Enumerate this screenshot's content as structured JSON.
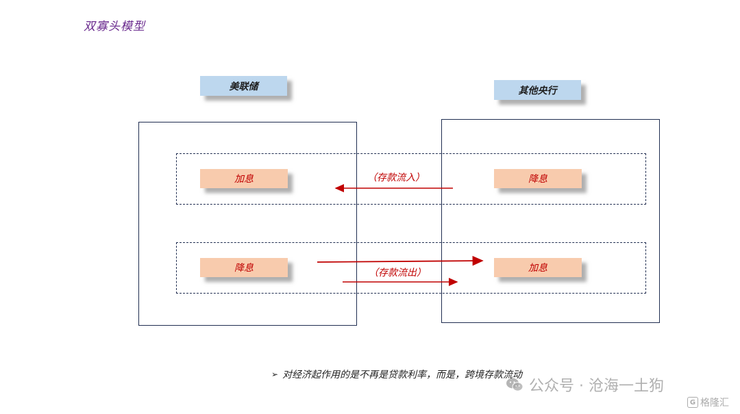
{
  "title": "双寡头模型",
  "banks": {
    "left": {
      "name": "美联储"
    },
    "right": {
      "name": "其他央行"
    }
  },
  "rows": [
    {
      "left_action": "加息",
      "right_action": "降息",
      "flow_label": "（存款流入）",
      "direction": "right-to-left"
    },
    {
      "left_action": "降息",
      "right_action": "加息",
      "flow_label": "（存款流出）",
      "direction": "left-to-right"
    }
  ],
  "conclusion": {
    "bullet": "➢",
    "text": "对经济起作用的是不再是贷款利率，而是，跨境存款流动"
  },
  "watermark": {
    "text": "公众号 · 沧海一土狗",
    "icon": "wechat-icon"
  },
  "logo": {
    "mark": "G",
    "text": "格隆汇"
  },
  "colors": {
    "title": "#6a2a8e",
    "header_fill": "#bdd7ee",
    "rate_fill": "#f8cbad",
    "arrow": "#c00000",
    "frame": "#1f2d50"
  }
}
